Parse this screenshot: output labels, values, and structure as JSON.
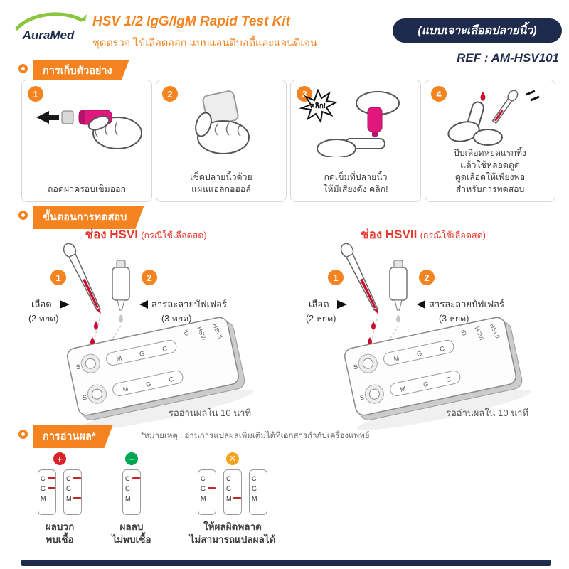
{
  "colors": {
    "accent_orange": "#F5831F",
    "brand_navy": "#1F2B4D",
    "blood_red": "#C8102E",
    "lancet_magenta": "#E0187D",
    "logo_green": "#8CC63F",
    "heading_red": "#E8392F",
    "positive_red": "#D8232A",
    "negative_green": "#00A651",
    "invalid_orange": "#F5A31F",
    "test_line_red": "#C0272D"
  },
  "header": {
    "logo": "AuraMed",
    "title": "HSV 1/2 IgG/IgM Rapid Test Kit",
    "subtitle": "ชุดตรวจ ไข้เลือดออก แบบแอนติบอดี้และแอนติเจน",
    "badge": "(แบบเจาะเลือดปลายนิ้ว)",
    "ref": "REF : AM-HSV101"
  },
  "s1": {
    "title": "การเก็บตัวอย่าง",
    "steps": [
      {
        "num": "1",
        "caption": "ถอดฝาครอบเข็มออก"
      },
      {
        "num": "2",
        "caption": "เช็ดปลายนิ้วด้วย\nแผ่นแอลกอฮอล์"
      },
      {
        "num": "3",
        "burst": "คลิก!",
        "caption": "กดเข็มที่ปลายนิ้ว\nให้มีเสียงดัง คลิก!"
      },
      {
        "num": "4",
        "caption": "บีบเลือดหยดแรกทิ้ง\nแล้วใช้หลอดดูด\nดูดเลือดให้เพียงพอ\nสำหรับการทดสอบ"
      }
    ]
  },
  "s2": {
    "title": "ขั้นตอนการทดสอบ",
    "cassette": {
      "top_labels": [
        "ID",
        "HSVI",
        "HSVII"
      ],
      "window_letters": [
        "M",
        "G",
        "C"
      ],
      "well_label": "S"
    },
    "panels": [
      {
        "heading": "ช่อง HSVI",
        "heading_note": "(กรณีใช้เลือดสด)",
        "step1_num": "1",
        "step1_label": "เลือด",
        "step1_sub": "(2 หยด)",
        "step2_num": "2",
        "step2_label": "สารละลายบัฟเฟอร์",
        "step2_sub": "(3 หยด)",
        "wait_text": "รออ่านผลใน 10 นาที"
      },
      {
        "heading": "ช่อง HSVII",
        "heading_note": "(กรณีใช้เลือดสด)",
        "step1_num": "1",
        "step1_label": "เลือด",
        "step1_sub": "(2 หยด)",
        "step2_num": "2",
        "step2_label": "สารละลายบัฟเฟอร์",
        "step2_sub": "(3 หยด)",
        "wait_text": "รออ่านผลใน 10 นาที"
      }
    ]
  },
  "s3": {
    "title": "การอ่านผล*",
    "note": "*หมายเหตุ : อ่านการแปลผลเพิ่มเติมได้ที่เอกสารกำกับเครื่องแพทย์",
    "results": [
      {
        "symbol": "+",
        "caption": "ผลบวก\nพบเชื้อ",
        "strips": [
          {
            "letters": [
              "C",
              "G",
              "M"
            ],
            "lines": [
              "C",
              "G"
            ]
          },
          {
            "letters": [
              "C",
              "G",
              "M"
            ],
            "lines": [
              "C",
              "M"
            ]
          }
        ]
      },
      {
        "symbol": "−",
        "caption": "ผลลบ\nไม่พบเชื้อ",
        "strips": [
          {
            "letters": [
              "C",
              "G",
              "M"
            ],
            "lines": [
              "C"
            ]
          }
        ]
      },
      {
        "symbol": "✕",
        "caption": "ให้ผลผิดพลาด\nไม่สามารถแปลผลได้",
        "strips": [
          {
            "letters": [
              "C",
              "G",
              "M"
            ],
            "lines": [
              "G"
            ]
          },
          {
            "letters": [
              "C",
              "G",
              "M"
            ],
            "lines": [
              "M"
            ]
          },
          {
            "letters": [
              "C",
              "G",
              "M"
            ],
            "lines": []
          }
        ]
      }
    ]
  }
}
